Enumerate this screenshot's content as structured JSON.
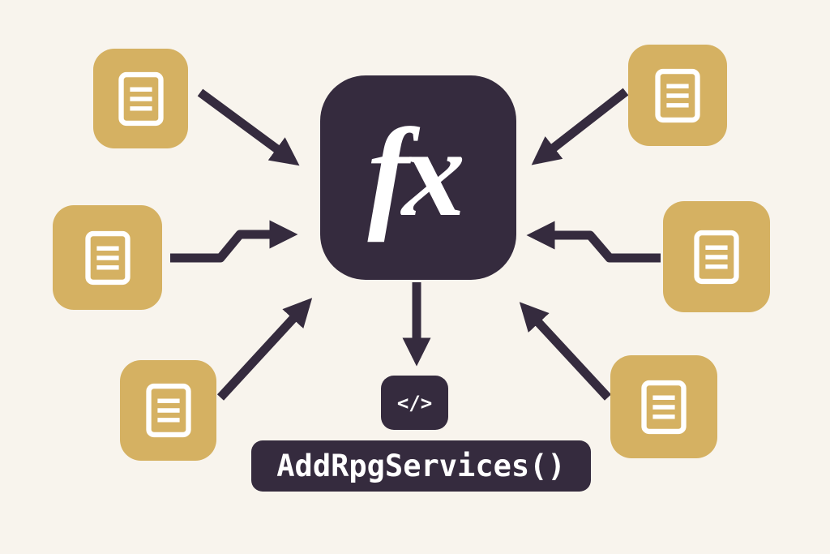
{
  "colors": {
    "bg": "#f8f4ed",
    "gold": "#d5b162",
    "dark": "#352b3e",
    "white": "#ffffff"
  },
  "center": {
    "icon": "fx-function-icon",
    "label": "fx"
  },
  "sources": [
    {
      "position": "top-left",
      "icon": "document-icon"
    },
    {
      "position": "middle-left",
      "icon": "document-icon"
    },
    {
      "position": "bottom-left",
      "icon": "document-icon"
    },
    {
      "position": "top-right",
      "icon": "document-icon"
    },
    {
      "position": "middle-right",
      "icon": "document-icon"
    },
    {
      "position": "bottom-right",
      "icon": "document-icon"
    }
  ],
  "output": {
    "code_icon": "</>",
    "function_name": "AddRpgServices()"
  },
  "arrows": [
    {
      "name": "top-left-to-center",
      "from": "doc-node-top-left",
      "to": "fx-function-box"
    },
    {
      "name": "middle-left-to-center",
      "from": "doc-node-middle-left",
      "to": "fx-function-box"
    },
    {
      "name": "bottom-left-to-center",
      "from": "doc-node-bottom-left",
      "to": "fx-function-box"
    },
    {
      "name": "top-right-to-center",
      "from": "doc-node-top-right",
      "to": "fx-function-box"
    },
    {
      "name": "middle-right-to-center",
      "from": "doc-node-middle-right",
      "to": "fx-function-box"
    },
    {
      "name": "bottom-right-to-center",
      "from": "doc-node-bottom-right",
      "to": "fx-function-box"
    },
    {
      "name": "center-to-output",
      "from": "fx-function-box",
      "to": "code-icon-box"
    }
  ]
}
